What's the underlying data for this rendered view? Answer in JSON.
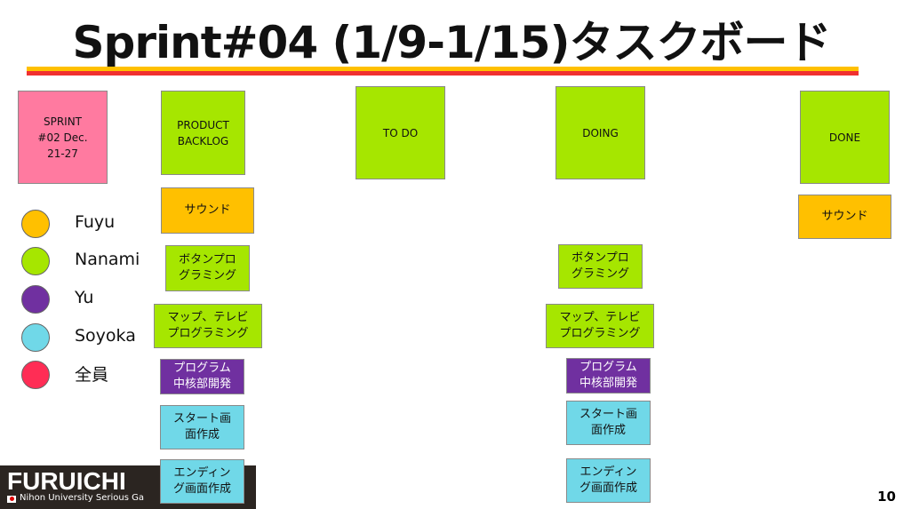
{
  "title": "Sprint#04 (1/9-1/15)タスクボード",
  "colors": {
    "fuyu": "#ffc000",
    "nanami": "#a6e600",
    "yu": "#7030a0",
    "soyoka": "#70d8e8",
    "all": "#ff2d55"
  },
  "sprint_card": "SPRINT\n#02 Dec.\n21-27",
  "columns": {
    "backlog": "PRODUCT\nBACKLOG",
    "todo": "TO DO",
    "doing": "DOING",
    "done": "DONE"
  },
  "legend": [
    "Fuyu",
    "Nanami",
    "Yu",
    "Soyoka",
    "全員"
  ],
  "backlog_cards": [
    "サウンド",
    "ボタンプロ\nグラミング",
    "マップ、テレビ\nプログラミング",
    "プログラム\n中核部開発",
    "スタート画\n面作成",
    "エンディン\nグ画面作成"
  ],
  "doing_cards": [
    "ボタンプロ\nグラミング",
    "マップ、テレビ\nプログラミング",
    "プログラム\n中核部開発",
    "スタート画\n面作成",
    "エンディン\nグ画面作成"
  ],
  "done_cards": [
    "サウンド"
  ],
  "logo": {
    "name": "FURUICHI",
    "sub": "Nihon University Serious Ga"
  },
  "page_number": "10"
}
